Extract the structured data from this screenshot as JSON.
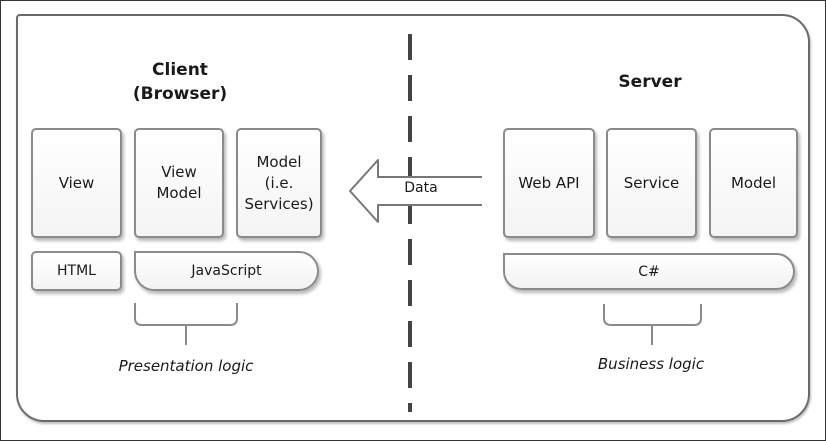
{
  "client": {
    "title": "Client\n(Browser)",
    "boxes": [
      "View",
      "View\nModel",
      "Model\n(i.e.\nServices)"
    ],
    "html_label": "HTML",
    "js_label": "JavaScript",
    "caption": "Presentation logic"
  },
  "server": {
    "title": "Server",
    "boxes": [
      "Web API",
      "Service",
      "Model"
    ],
    "lang_label": "C#",
    "caption": "Business logic"
  },
  "flow": {
    "label": "Data"
  }
}
